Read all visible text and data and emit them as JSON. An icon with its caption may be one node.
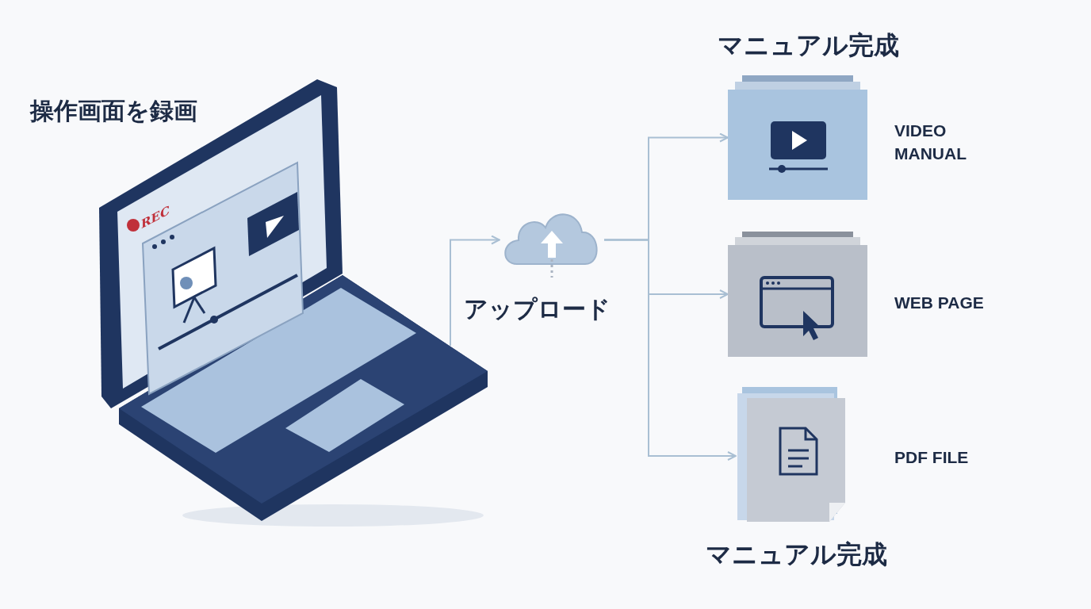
{
  "diagram": {
    "nodes": [
      {
        "text": [
          "操作画面を録画"
        ]
      },
      {
        "text": [],
        "shape": "cloud"
      },
      {
        "text": [],
        "shape": "picture",
        "beside": [
          "VIDEO MANUAL"
        ]
      },
      {
        "text": [],
        "shape": "picture",
        "beside": [
          "WEB PAGE"
        ]
      },
      {
        "text": [],
        "shape": "picture",
        "beside": [
          "PDF FILE",
          "マニュアル完成"
        ]
      }
    ],
    "edges": [
      {
        "from": 0,
        "to": 1,
        "arrow": "to"
      },
      {
        "from": 1,
        "to": 2,
        "arrow": "to"
      },
      {
        "from": 1,
        "to": 3,
        "arrow": "to"
      },
      {
        "from": 1,
        "to": 4,
        "arrow": "to"
      }
    ],
    "labels": [
      "マニュアル完成",
      "REC",
      "アップロード"
    ]
  }
}
